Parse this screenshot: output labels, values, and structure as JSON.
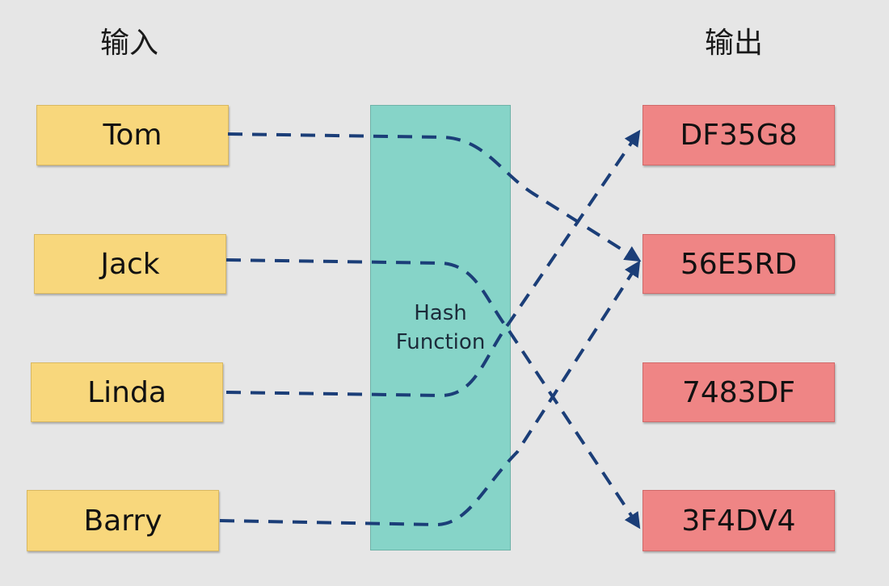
{
  "headings": {
    "input": "输入",
    "output": "输出"
  },
  "inputs": [
    "Tom",
    "Jack",
    "Linda",
    "Barry"
  ],
  "hash_function": {
    "label": "Hash\nFunction"
  },
  "outputs": [
    "DF35G8",
    "56E5RD",
    "7483DF",
    "3F4DV4"
  ],
  "mappings": [
    {
      "from": "Tom",
      "to": "56E5RD"
    },
    {
      "from": "Jack",
      "to": "3F4DV4"
    },
    {
      "from": "Linda",
      "to": "DF35G8"
    },
    {
      "from": "Barry",
      "to": "56E5RD"
    }
  ],
  "colors": {
    "input_box": "#f8d77c",
    "output_box": "#ef8585",
    "hash_box": "#86d4c8",
    "arrow": "#1b3e78"
  }
}
